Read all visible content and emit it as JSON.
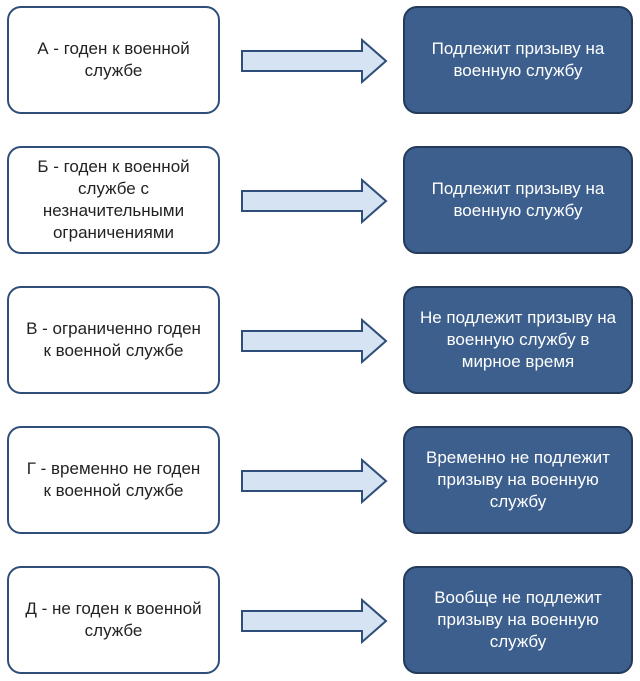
{
  "colors": {
    "left_border": "#2f4f7a",
    "right_fill": "#3c5f8d",
    "arrow_fill": "#d6e3f3",
    "arrow_stroke": "#2f4f7a"
  },
  "rows": [
    {
      "category": "А - годен к военной службе",
      "result": "Подлежит призыву на военную службу"
    },
    {
      "category": "Б - годен к военной службе с незначительными ограничениями",
      "result": "Подлежит призыву на военную службу"
    },
    {
      "category": "В - ограниченно годен к военной службе",
      "result": "Не подлежит призыву на военную службу в мирное время"
    },
    {
      "category": "Г - временно не годен к военной службе",
      "result": "Временно не подлежит призыву на военную службу"
    },
    {
      "category": "Д - не годен к военной службе",
      "result": "Вообще не подлежит призыву на военную службу"
    }
  ]
}
